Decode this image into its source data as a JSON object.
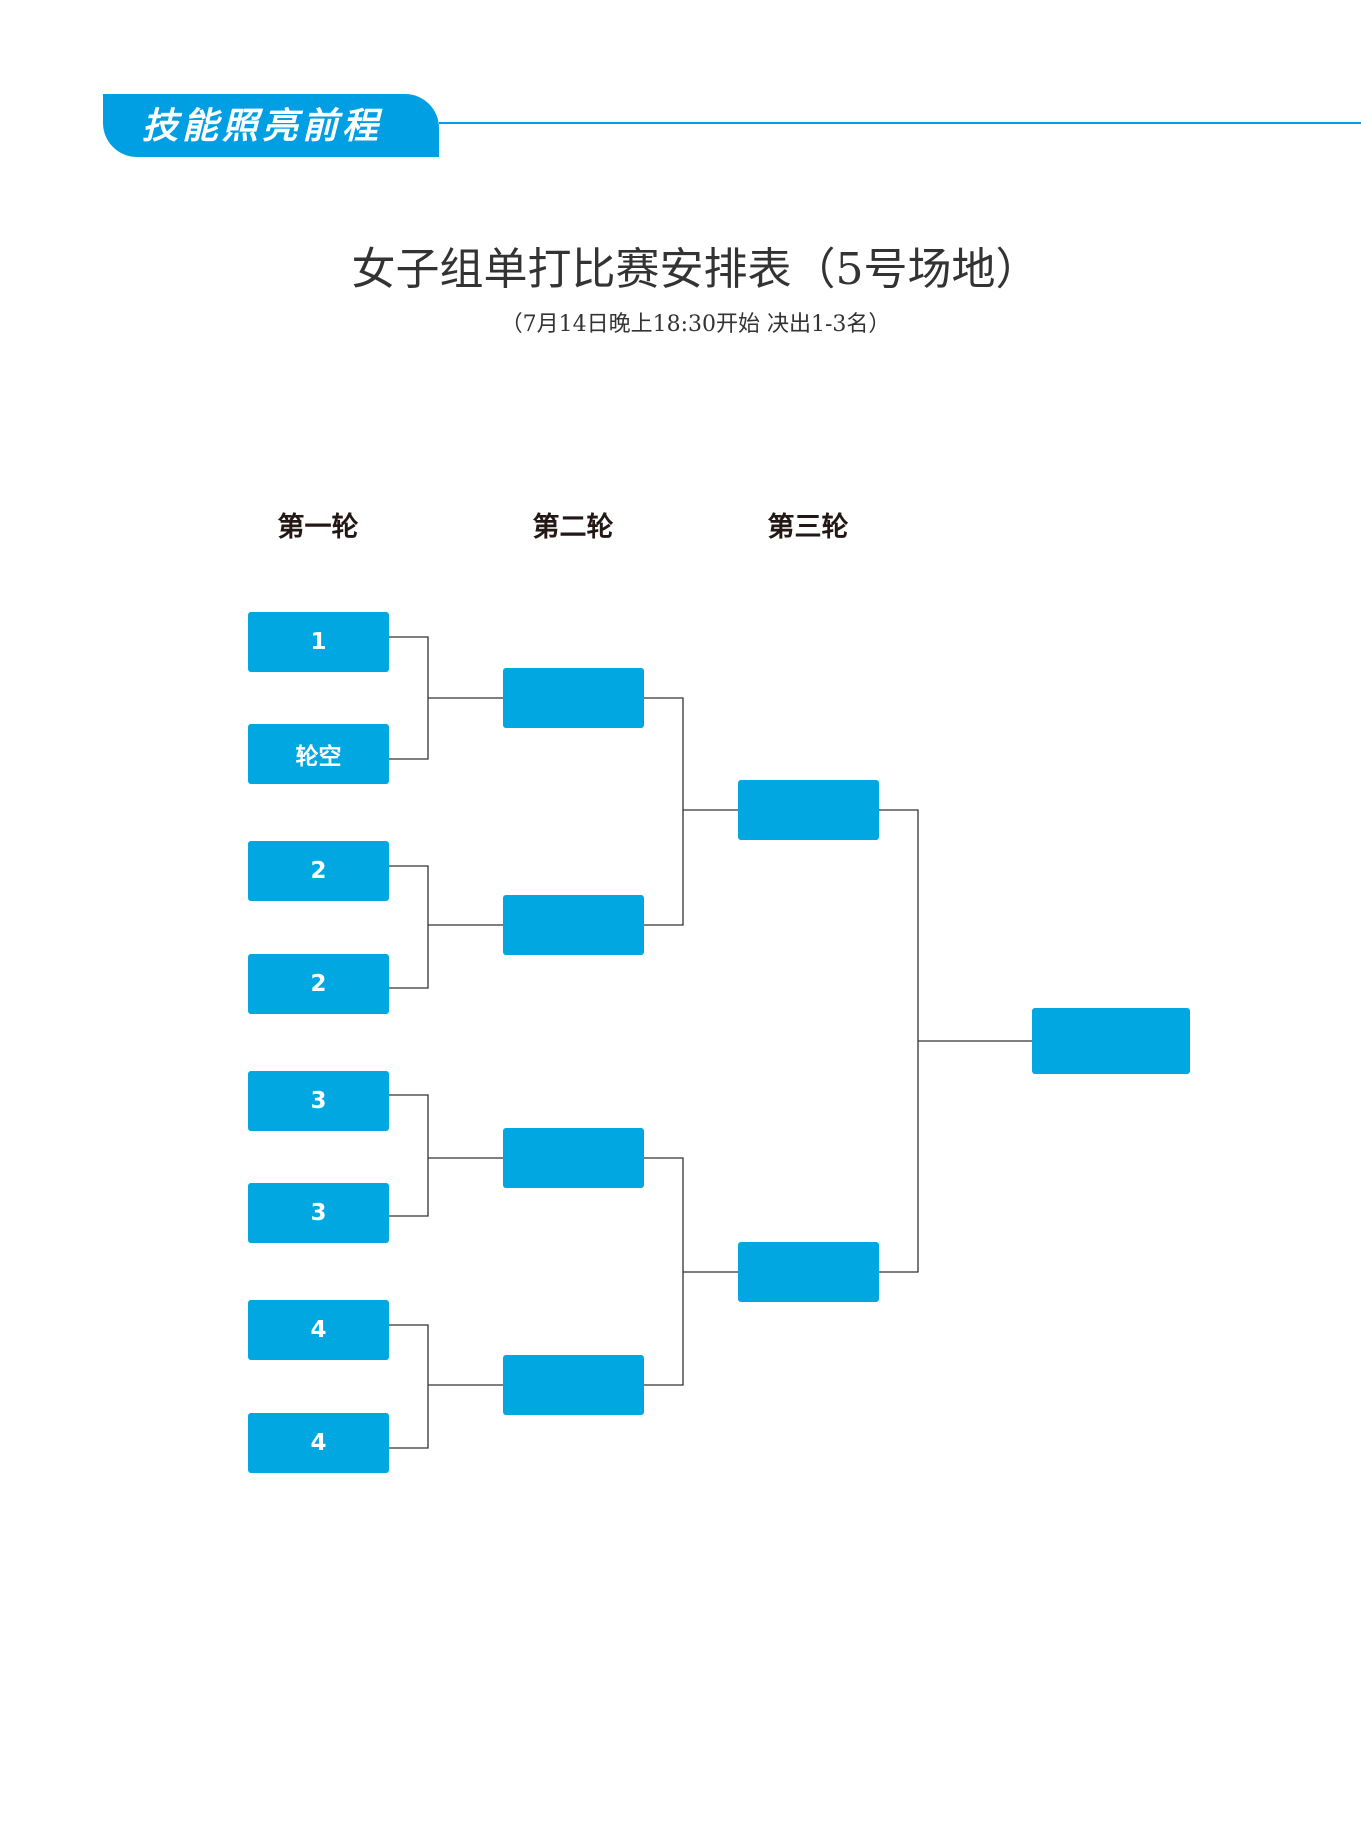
{
  "header": {
    "banner_text": "技能照亮前程",
    "accent_color": "#009fe3"
  },
  "title": "女子组单打比赛安排表（5号场地）",
  "subtitle": "（7月14日晚上18:30开始  决出1-3名）",
  "rounds": [
    "第一轮",
    "第二轮",
    "第三轮"
  ],
  "bracket": {
    "box_color": "#00a7e1",
    "line_color": "#333333",
    "round1": [
      "1",
      "轮空",
      "2",
      "2",
      "3",
      "3",
      "4",
      "4"
    ],
    "round2": [
      "",
      "",
      "",
      ""
    ],
    "round3": [
      "",
      ""
    ],
    "final": [
      ""
    ]
  }
}
